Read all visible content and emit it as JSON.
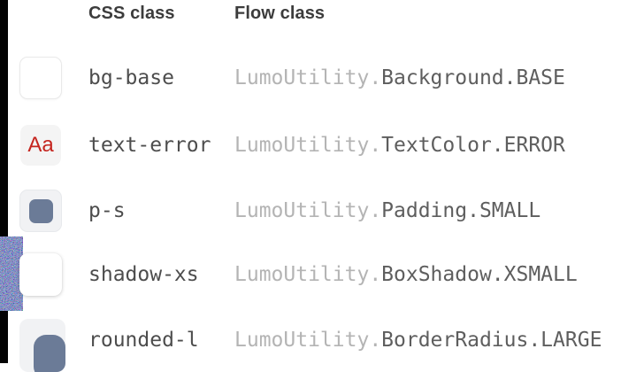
{
  "table": {
    "columns": [
      {
        "label": "CSS class"
      },
      {
        "label": "Flow class"
      }
    ],
    "rows": [
      {
        "swatch": "background-base-swatch",
        "css_class": "bg-base",
        "flow_prefix": "LumoUtility.",
        "flow_member": "Background.BASE"
      },
      {
        "swatch": "text-color-error-swatch",
        "swatch_text": "Aa",
        "css_class": "text-error",
        "flow_prefix": "LumoUtility.",
        "flow_member": "TextColor.ERROR"
      },
      {
        "swatch": "padding-small-swatch",
        "css_class": "p-s",
        "flow_prefix": "LumoUtility.",
        "flow_member": "Padding.SMALL"
      },
      {
        "swatch": "box-shadow-xsmall-swatch",
        "css_class": "shadow-xs",
        "flow_prefix": "LumoUtility.",
        "flow_member": "BoxShadow.XSMALL"
      },
      {
        "swatch": "border-radius-large-swatch",
        "css_class": "rounded-l",
        "flow_prefix": "LumoUtility.",
        "flow_member": "BorderRadius.LARGE"
      }
    ]
  },
  "colors": {
    "header_text": "#3c3c3c",
    "css_class_text": "#4d4d4d",
    "flow_prefix_text": "#b4b4b4",
    "flow_member_text": "#5e5e5e",
    "error_red": "#c5251f",
    "slate_swatch": "#6b7b97",
    "swatch_bg_light": "#f1f2f4",
    "edge_strip": "#030303"
  }
}
